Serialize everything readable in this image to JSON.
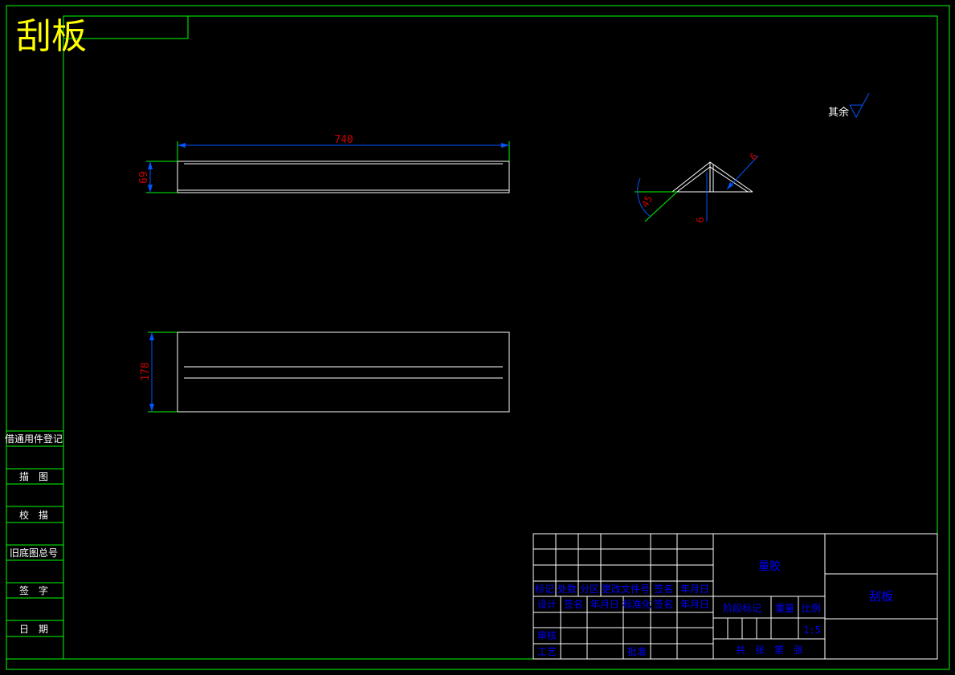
{
  "title": "刮板",
  "surface_note": "其余",
  "dimensions": {
    "length": "740",
    "height": "69",
    "width": "178",
    "angle": "45",
    "thickness_a": "6",
    "thickness_b": "6"
  },
  "left_strip": {
    "labels": [
      "借通用件登记",
      "描　图",
      "校　描",
      "旧底图总号",
      "签　字",
      "日　期"
    ]
  },
  "title_block": {
    "headers": [
      "标记",
      "处数",
      "分区",
      "更改文件号",
      "签名",
      "年月日"
    ],
    "design_row": [
      "设计",
      "签名",
      "年月日",
      "标准化",
      "签名",
      "年月日"
    ],
    "review": "审核",
    "process": "工艺",
    "approve": "批准",
    "material": "量胶",
    "stage_mark": "阶段标记",
    "weight": "重量",
    "scale_label": "比例",
    "scale_value": "1:5",
    "sheets": "共　张　第　张",
    "drawing_name": "刮板"
  },
  "colors": {
    "frame": "#00ff00",
    "outline": "#ffffff",
    "dimension": "#0055ff",
    "dimension_text": "#cc0000",
    "title": "#ffff00",
    "table_text": "#0000ff"
  }
}
